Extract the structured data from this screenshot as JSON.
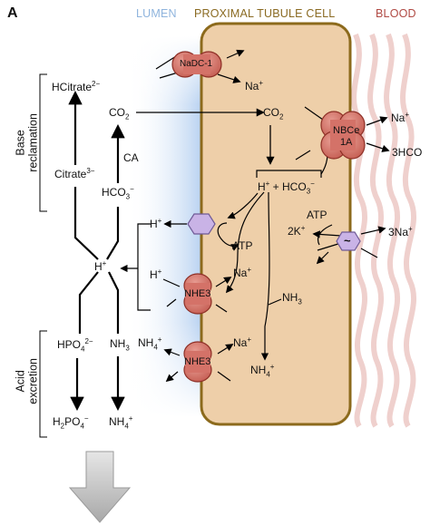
{
  "panel": "A",
  "headers": {
    "lumen": "LUMEN",
    "cell": "PROXIMAL TUBULE CELL",
    "blood": "BLOOD"
  },
  "side_labels": {
    "base_reclamation": [
      "Base",
      "reclamation"
    ],
    "acid_excretion": [
      "Acid",
      "excretion"
    ]
  },
  "transporters": {
    "nadc1": "NaDC-1",
    "nbce1a": [
      "NBCe",
      "1A"
    ],
    "nhe3_top": "NHE3",
    "nhe3_bottom": "NHE3",
    "h_atpase_icon": "hexagon-pump",
    "na_k_atpase_symbol": "~"
  },
  "labels": {
    "hcitrate": {
      "base": "HCitrate",
      "sup": "2−"
    },
    "citrate": {
      "base": "Citrate",
      "sup": "3−"
    },
    "co2_lumen": {
      "base": "CO",
      "sub": "2"
    },
    "ca": "CA",
    "hco3_lumen": {
      "base": "HCO",
      "sub": "3",
      "sup": "−"
    },
    "h_center": {
      "base": "H",
      "sup": "+"
    },
    "h_pump": {
      "base": "H",
      "sup": "+"
    },
    "h_nhe": {
      "base": "H",
      "sup": "+"
    },
    "nh4_lumen_in": {
      "base": "NH",
      "sub": "4",
      "sup": "+"
    },
    "hpo4": {
      "base": "HPO",
      "sub": "4",
      "sup": "2−"
    },
    "h2po4": {
      "pre": "H",
      "sub1": "2",
      "mid": "PO",
      "sub2": "4",
      "sup": "−"
    },
    "nh3_lumen": {
      "base": "NH",
      "sub": "3"
    },
    "nh4_lumen_out": {
      "base": "NH",
      "sub": "4",
      "sup": "+"
    },
    "na_nadc": {
      "base": "Na",
      "sup": "+"
    },
    "co2_cell": {
      "base": "CO",
      "sub": "2"
    },
    "h_hco3_cell": {
      "pre": "H",
      "sup1": "+",
      "mid": " + HCO",
      "sub": "3",
      "sup2": "−"
    },
    "atp_pump": "ATP",
    "na_nhe_top": {
      "base": "Na",
      "sup": "+"
    },
    "nh3_cell": {
      "base": "NH",
      "sub": "3"
    },
    "na_nhe_bottom": {
      "base": "Na",
      "sup": "+"
    },
    "nh4_cell": {
      "base": "NH",
      "sub": "4",
      "sup": "+"
    },
    "na_nbce": {
      "base": "Na",
      "sup": "+"
    },
    "hco3_blood": "3HCO",
    "atp_naK": "ATP",
    "k_blood": {
      "base": "2K",
      "sup": "+"
    },
    "na3_blood": {
      "base": "3Na",
      "sup": "+"
    }
  },
  "colors": {
    "cell_fill": "#eecfa9",
    "cell_border": "#8c6a1c",
    "transporter_fill": "#cf6a60",
    "transporter_stroke": "#8e2f26",
    "hexagon_fill": "#c9b3e6",
    "hexagon_stroke": "#6f5a96",
    "lumen_header": "#8fb4dd",
    "cell_header": "#8a6a22",
    "blood_header": "#b04a44",
    "big_arrow": "#c8c8c8"
  }
}
